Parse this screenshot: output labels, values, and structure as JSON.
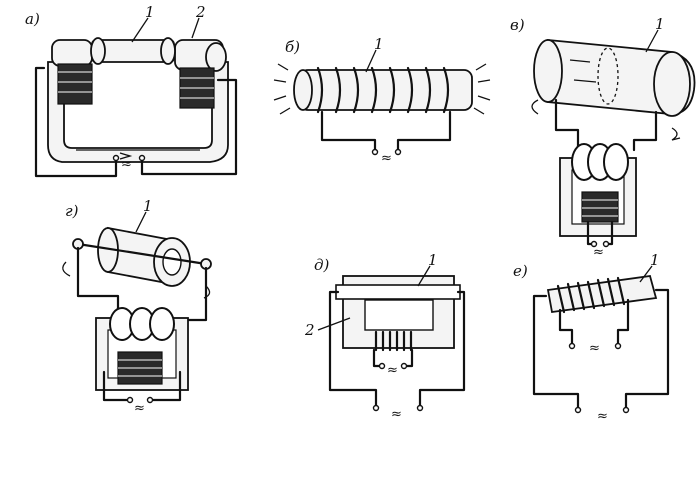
{
  "panels": {
    "a": {
      "label": "а)",
      "callouts": [
        "1",
        "2"
      ],
      "supply": "≈"
    },
    "b": {
      "label": "б)",
      "callouts": [
        "1"
      ],
      "supply": "≈"
    },
    "v": {
      "label": "в)",
      "callouts": [
        "1"
      ],
      "supply": "≈"
    },
    "g": {
      "label": "г)",
      "callouts": [
        "1"
      ],
      "supply": "≈"
    },
    "d": {
      "label": "д)",
      "callouts": [
        "1",
        "2"
      ],
      "supply_coil": "≈",
      "supply_main": "≈"
    },
    "e": {
      "label": "е)",
      "callouts": [
        "1"
      ],
      "supply_coil": "≈",
      "supply_main": "≈"
    }
  }
}
